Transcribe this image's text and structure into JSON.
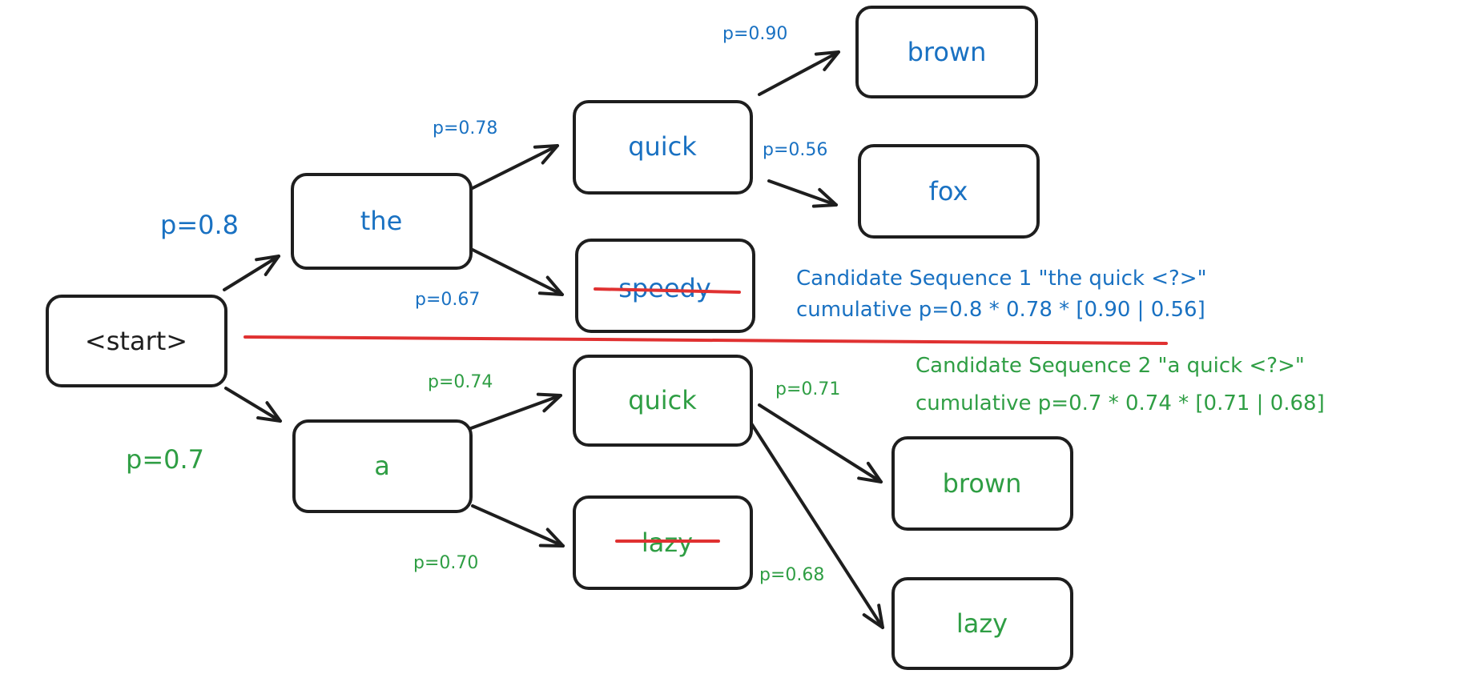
{
  "colors": {
    "blue": "#1971c2",
    "green": "#2f9e44",
    "red": "#e03131",
    "black": "#1e1e1e"
  },
  "nodes": {
    "start": "<start>",
    "the": "the",
    "a": "a",
    "quick_1": "quick",
    "speedy": "speedy",
    "quick_2": "quick",
    "lazy_pruned": "lazy",
    "brown_1": "brown",
    "fox": "fox",
    "brown_2": "brown",
    "lazy_2": "lazy"
  },
  "edge_labels": {
    "start_the": "p=0.8",
    "start_a": "p=0.7",
    "the_quick": "p=0.78",
    "the_speedy": "p=0.67",
    "quick_brown": "p=0.90",
    "quick_fox": "p=0.56",
    "a_quick": "p=0.74",
    "a_lazy": "p=0.70",
    "quick2_brown": "p=0.71",
    "quick2_lazy": "p=0.68"
  },
  "candidates": [
    {
      "title": "Candidate Sequence 1 \"the quick <?>\"",
      "formula": "cumulative p=0.8 * 0.78 * [0.90 | 0.56]"
    },
    {
      "title": "Candidate Sequence 2 \"a quick <?>\"",
      "formula": "cumulative p=0.7 * 0.74 * [0.71 | 0.68]"
    }
  ]
}
